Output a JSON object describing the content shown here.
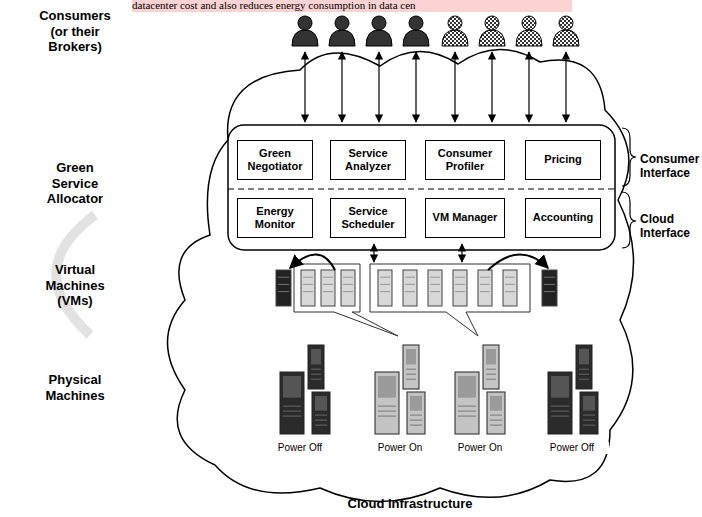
{
  "diagram": {
    "nodes": [
      {
        "text": [
          "Green Negotiator"
        ]
      },
      {
        "text": [
          "Service Analyzer"
        ]
      },
      {
        "text": [
          "Consumer Profiler"
        ]
      },
      {
        "text": [
          "Pricing"
        ]
      },
      {
        "text": [
          "Energy Monitor"
        ]
      },
      {
        "text": [
          "Service Scheduler"
        ]
      },
      {
        "text": [
          "VM Manager"
        ]
      },
      {
        "text": [
          "Accounting"
        ]
      }
    ],
    "labels": [
      "datacenter cost and also reduces energy consumption in data cen",
      "Consumers (or their Brokers)",
      "Consumer Interface",
      "Cloud Interface",
      "Green Service Allocator",
      "Virtual Machines (VMs)",
      "Physical Machines",
      "Power Off",
      "Power On",
      "Power On",
      "Power Off",
      "Cloud Infrastructure"
    ]
  }
}
